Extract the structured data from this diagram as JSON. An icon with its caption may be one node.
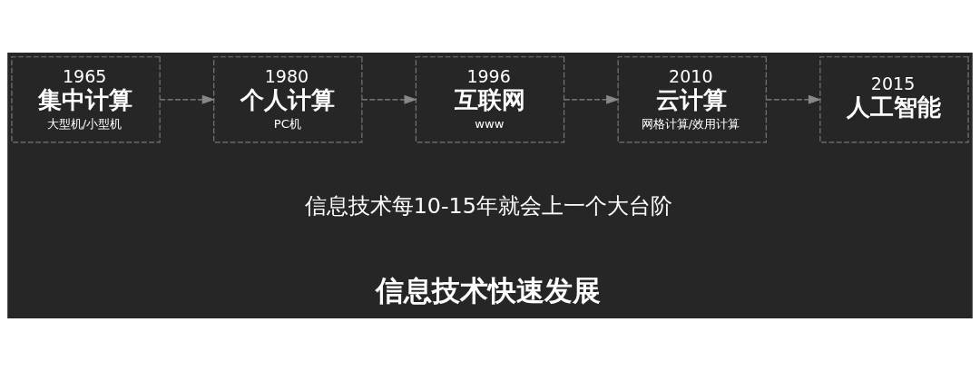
{
  "diagram": {
    "nodes": [
      {
        "text": [
          "1965",
          "集中计算",
          "大型机/小型机"
        ]
      },
      {
        "text": [
          "1980",
          "个人计算",
          "PC机"
        ]
      },
      {
        "text": [
          "1996",
          "互联网",
          "www"
        ]
      },
      {
        "text": [
          "2010",
          "云计算",
          "网格计算/效用计算"
        ]
      },
      {
        "text": [
          "2015",
          "人工智能"
        ]
      }
    ],
    "edges": [
      {
        "from": 0,
        "to": 1,
        "arrow": "to",
        "style": "dashed"
      },
      {
        "from": 1,
        "to": 2,
        "arrow": "to",
        "style": "dashed"
      },
      {
        "from": 2,
        "to": 3,
        "arrow": "to",
        "style": "dashed"
      },
      {
        "from": 3,
        "to": 4,
        "arrow": "to",
        "style": "dashed"
      }
    ],
    "labels": [
      "信息技术每10-15年就会上一个大台阶",
      "信息技术快速发展"
    ]
  }
}
